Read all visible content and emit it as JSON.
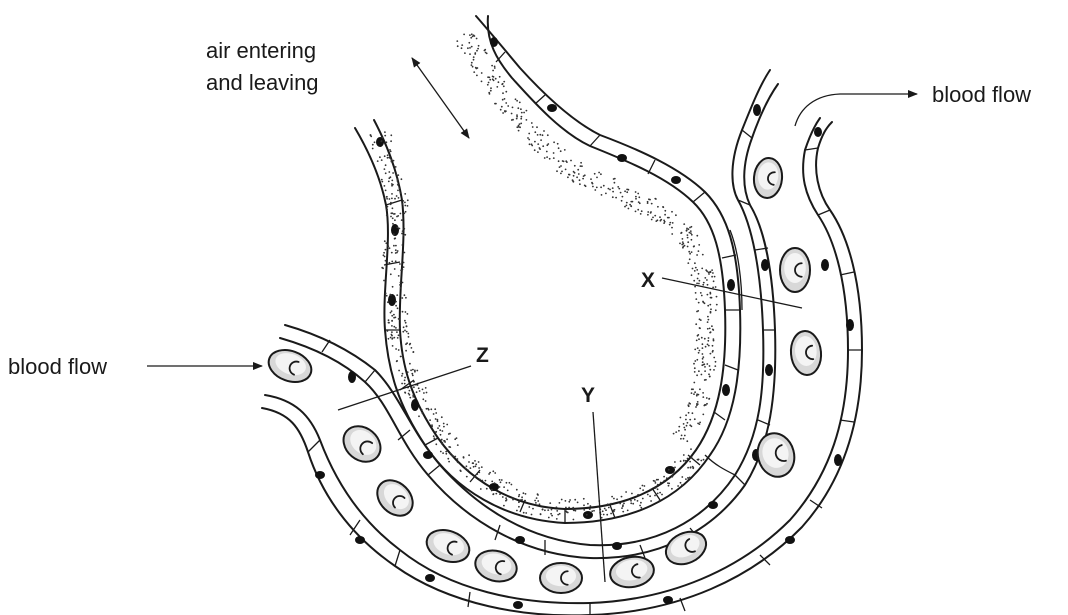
{
  "labels": {
    "air_line1": "air entering",
    "air_line2": "and leaving",
    "blood_flow_in": "blood flow",
    "blood_flow_out": "blood flow",
    "x": "X",
    "y": "Y",
    "z": "Z"
  },
  "colors": {
    "line": "#1a1a1a",
    "red_blood_cell": "#d8d8d8",
    "background": "#ffffff"
  }
}
